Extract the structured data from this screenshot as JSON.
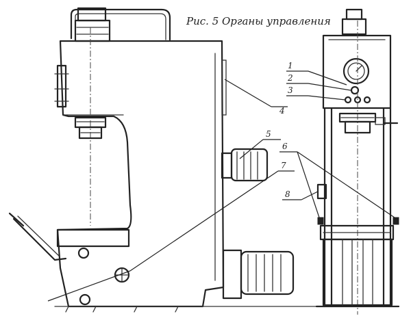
{
  "caption": "Рис. 5 Органы управления",
  "callouts": [
    {
      "id": "1",
      "label": "1"
    },
    {
      "id": "2",
      "label": "2"
    },
    {
      "id": "3",
      "label": "3"
    },
    {
      "id": "4",
      "label": "4"
    },
    {
      "id": "5",
      "label": "5"
    },
    {
      "id": "6",
      "label": "6"
    },
    {
      "id": "7",
      "label": "7"
    },
    {
      "id": "8",
      "label": "8"
    }
  ],
  "colors": {
    "ink": "#222222",
    "paper": "#ffffff"
  },
  "views": [
    "side-view",
    "front-view"
  ]
}
